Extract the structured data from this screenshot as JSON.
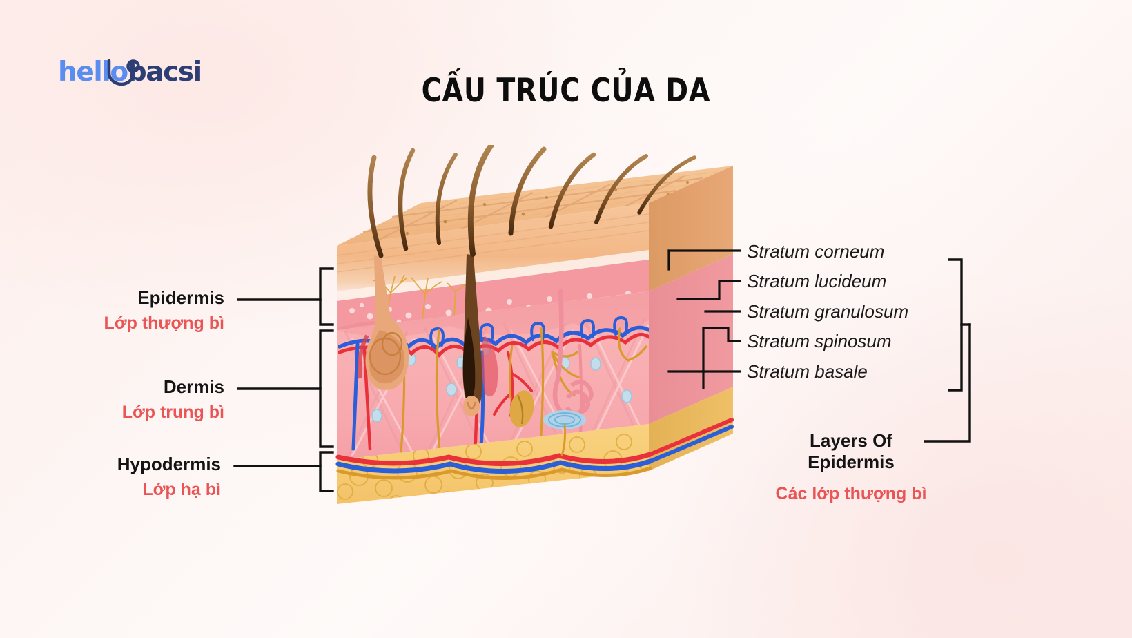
{
  "brand": {
    "name_part1": "hello",
    "name_part2": "bacsi",
    "color_light": "#5b8df0",
    "color_dark": "#2c3e73",
    "icon": "stethoscope-icon"
  },
  "title": "CẤU TRÚC CỦA DA",
  "colors": {
    "background": "#fdf2f0",
    "accent_red": "#ea5455",
    "text_black": "#141414",
    "epidermis_surface": "#f2b983",
    "epidermis_pink": "#f6a0a5",
    "dermis_pink": "#f6a8ab",
    "hypodermis_yellow": "#f6cb6b",
    "artery_red": "#e8313b",
    "vein_blue": "#2b5fd9",
    "nerve_gold": "#d99a2b",
    "hair_brown": "#7a4b22"
  },
  "left_labels": [
    {
      "en": "Epidermis",
      "vi": "Lớp thượng bì",
      "name": "epidermis"
    },
    {
      "en": "Dermis",
      "vi": "Lớp trung bì",
      "name": "dermis"
    },
    {
      "en": "Hypodermis",
      "vi": "Lớp hạ bì",
      "name": "hypodermis"
    }
  ],
  "right_labels": {
    "strata": [
      {
        "text": "Stratum corneum",
        "name": "stratum-corneum"
      },
      {
        "text": "Stratum lucideum",
        "name": "stratum-lucideum"
      },
      {
        "text": "Stratum granulosum",
        "name": "stratum-granulosum"
      },
      {
        "text": "Stratum spinosum",
        "name": "stratum-spinosum"
      },
      {
        "text": "Stratum basale",
        "name": "stratum-basale"
      }
    ],
    "group": {
      "en_line1": "Layers Of",
      "en_line2": "Epidermis",
      "vi": "Các lớp thượng bì"
    }
  },
  "illustration": {
    "type": "skin-cross-section",
    "layers": [
      {
        "name": "epidermis",
        "top_pct": 0,
        "height_pct": 33
      },
      {
        "name": "dermis",
        "top_pct": 33,
        "height_pct": 45
      },
      {
        "name": "hypodermis",
        "top_pct": 78,
        "height_pct": 22
      }
    ],
    "features": [
      "hair-shaft",
      "hair-follicle",
      "sebaceous-gland",
      "sweat-gland",
      "sweat-duct",
      "arteriole",
      "venule",
      "nerve-ending",
      "pacinian-corpuscle",
      "collagen-fibers"
    ]
  }
}
